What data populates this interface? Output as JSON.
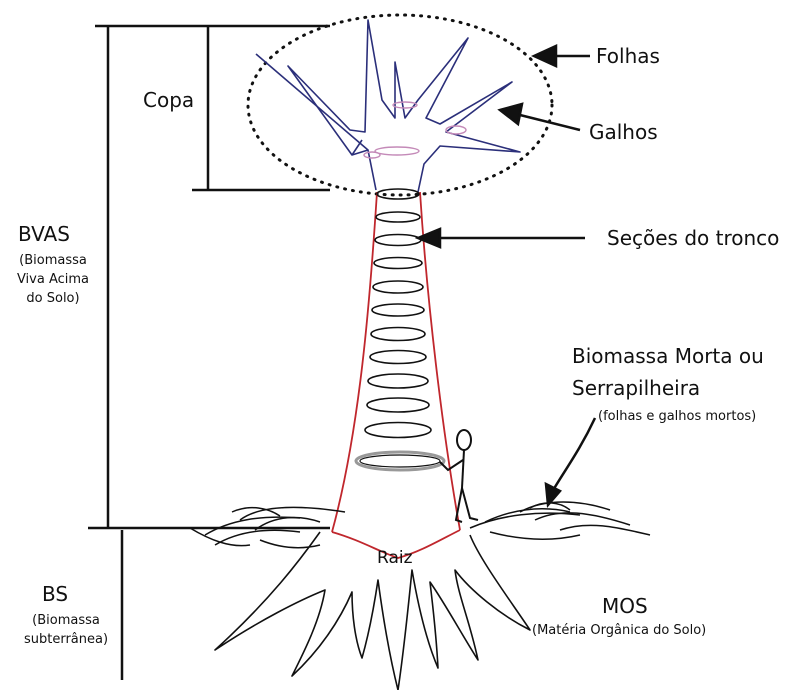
{
  "labels": {
    "folhas": "Folhas",
    "galhos": "Galhos",
    "copa": "Copa",
    "secoes": "Seções do tronco",
    "bvas": "BVAS",
    "bvas_sub": [
      "(Biomassa",
      "Viva Acima",
      "do Solo)"
    ],
    "biomassa_morta_1": "Biomassa Morta ou",
    "biomassa_morta_2": "Serrapilheira",
    "biomassa_morta_sub": "(folhas e galhos mortos)",
    "raiz": "Raiz",
    "bs": "BS",
    "bs_sub": [
      "(Biomassa",
      "subterrânea)"
    ],
    "mos": "MOS",
    "mos_sub": "(Matéria Orgânica do Solo)"
  },
  "colors": {
    "ink": "#111111",
    "trunk_outline": "#c0272d",
    "branch_outline": "#2b2f7a",
    "junction_rings": "#c48ab8",
    "highlight_ring": "#999999"
  }
}
